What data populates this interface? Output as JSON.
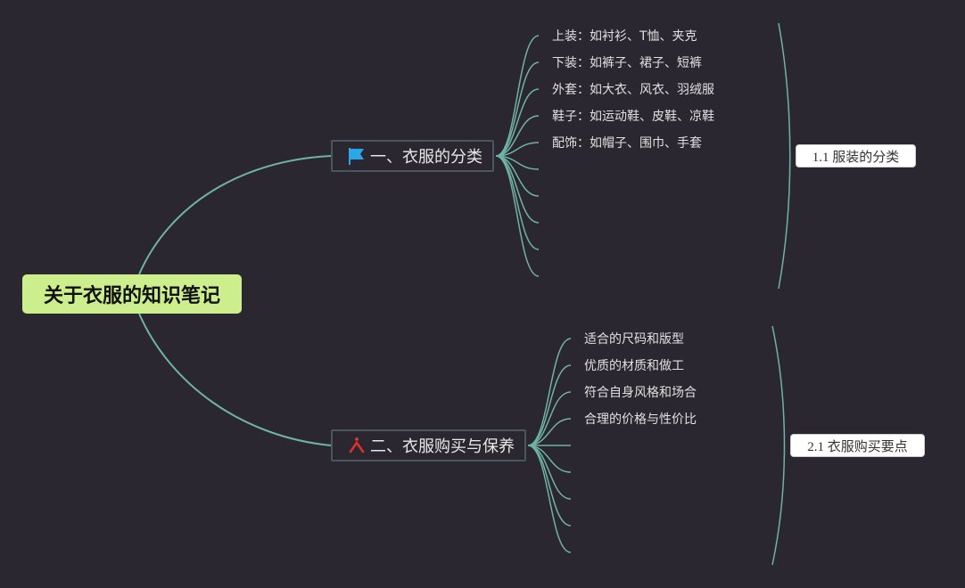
{
  "root": {
    "label": "关于衣服的知识笔记"
  },
  "branches": [
    {
      "label": "一、衣服的分类",
      "icon": "flag-icon",
      "icon_color": "#2aa7e8",
      "leaves": [
        {
          "label": "上装：如衬衫、T恤、夹克"
        },
        {
          "label": "下装：如裤子、裙子、短裤"
        },
        {
          "label": "外套：如大衣、风衣、羽绒服"
        },
        {
          "label": "鞋子：如运动鞋、皮鞋、凉鞋"
        },
        {
          "label": "配饰：如帽子、围巾、手套"
        }
      ],
      "summary": "1.1 服装的分类"
    },
    {
      "label": "二、衣服购买与保养",
      "icon": "warning-icon",
      "icon_color": "#d9322e",
      "leaves": [
        {
          "label": "适合的尺码和版型"
        },
        {
          "label": "优质的材质和做工"
        },
        {
          "label": "符合自身风格和场合"
        },
        {
          "label": "合理的价格与性价比"
        }
      ],
      "summary": "2.1 衣服购买要点"
    }
  ],
  "colors": {
    "background": "#2b2730",
    "root_fill": "#cdee8c",
    "link": "#6fb3a6",
    "branch_border": "#4a5660"
  }
}
